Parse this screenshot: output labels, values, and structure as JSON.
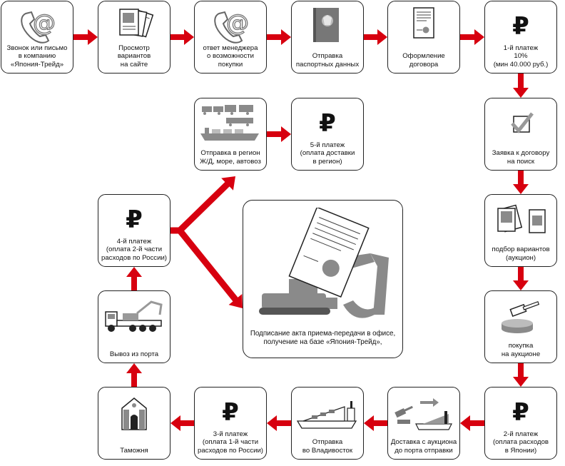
{
  "steps": {
    "s1": "Звонок или письмо\nв компанию\n«Япония-Трейд»",
    "s2": "Просмотр\nвариантов\nна сайте",
    "s3": "ответ менеджера\nо возможности\nпокупки",
    "s4": "Отправка\nпаспортных данных",
    "s5": "Оформление\nдоговора",
    "s6": "1-й платеж\n10%\n(мин 40.000 руб.)",
    "s7": "Заявка к договору\nна поиск",
    "s8": "подбор вариантов\n(аукцион)",
    "s9": "покупка\nна аукционе",
    "s10": "2-й платеж\n(оплата расходов\nв Японии)",
    "s11": "Доставка с аукциона\nдо порта отправки",
    "s12": "Отправка\nво Владивосток",
    "s13": "3-й платеж\n(оплата 1-й части\nрасходов по России)",
    "s14": "Таможня",
    "s15": "Вывоз из порта",
    "s16": "4-й платеж\n(оплата 2-й части\nрасходов по России)",
    "s17": "Отправка в регион\nЖ/Д, море, автовоз",
    "s18": "5-й платеж\n(оплата доставки\nв регион)",
    "final": "Подписание акта приема-передачи в офисе,\nполучение на базе «Япония-Трейд»,"
  },
  "symbols": {
    "ruble": "₽",
    "at": "@"
  },
  "colors": {
    "arrow": "#d7000f",
    "stroke": "#222222",
    "gray": "#8a8a8a",
    "light": "#bcbcbc"
  },
  "icons": {
    "s1": "phone-at-icon",
    "s2": "documents-icon",
    "s3": "phone-at-icon",
    "s4": "passport-icon",
    "s5": "contract-icon",
    "s6": "ruble-icon",
    "s7": "checkbox-icon",
    "s8": "photos-icon",
    "s9": "gavel-icon",
    "s10": "ruble-icon",
    "s11": "truck-ship-icon",
    "s12": "ship-icon",
    "s13": "ruble-icon",
    "s14": "customs-building-icon",
    "s15": "tow-truck-icon",
    "s16": "ruble-icon",
    "s17": "transport-icon",
    "s18": "ruble-icon",
    "final": "excavator-document-icon"
  }
}
